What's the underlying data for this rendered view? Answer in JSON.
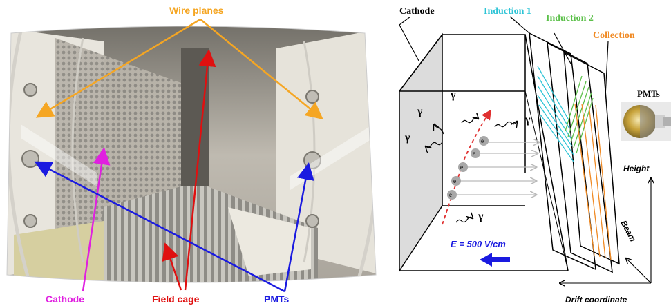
{
  "photo": {
    "labels": {
      "wire_planes": "Wire planes",
      "cathode": "Cathode",
      "field_cage": "Field cage",
      "pmts": "PMTs"
    },
    "colors": {
      "wire_planes": "#f5a623",
      "cathode": "#e020e0",
      "field_cage": "#e01010",
      "pmts": "#1a1ae0"
    }
  },
  "schematic": {
    "labels": {
      "cathode": "Cathode",
      "induction1": "Induction 1",
      "induction2": "Induction 2",
      "collection": "Collection",
      "pmts": "PMTs",
      "height": "Height",
      "beam": "Beam",
      "drift": "Drift coordinate",
      "field": "E = 500 V/cm",
      "gamma": "γ",
      "electron": "e"
    },
    "colors": {
      "induction1": "#2ec4d6",
      "induction2": "#5cc04a",
      "collection": "#f08a24",
      "field_arrow": "#1a1ae0",
      "track": "#e03030"
    }
  }
}
